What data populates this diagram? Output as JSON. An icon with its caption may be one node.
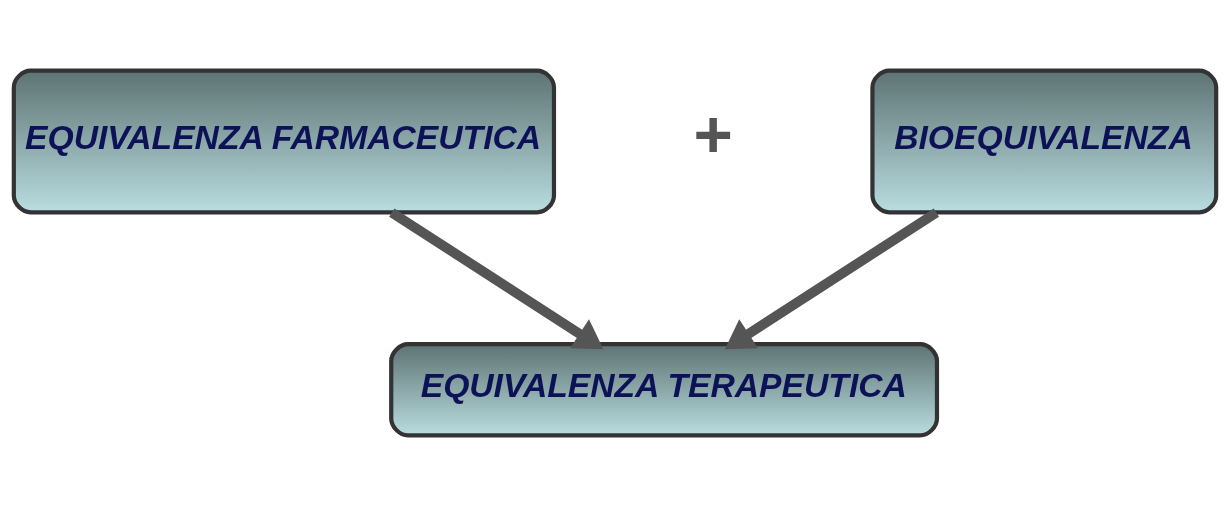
{
  "diagram": {
    "nodes": [
      {
        "text": [
          "EQUIVALENZA FARMACEUTICA"
        ]
      },
      {
        "text": [
          "BIOEQUIVALENZA"
        ]
      },
      {
        "text": [
          "EQUIVALENZA TERAPEUTICA"
        ]
      }
    ],
    "edges": [
      {
        "from": 0,
        "to": 2,
        "arrow": "to"
      },
      {
        "from": 1,
        "to": 2,
        "arrow": "to"
      }
    ],
    "labels": [
      "+"
    ]
  }
}
